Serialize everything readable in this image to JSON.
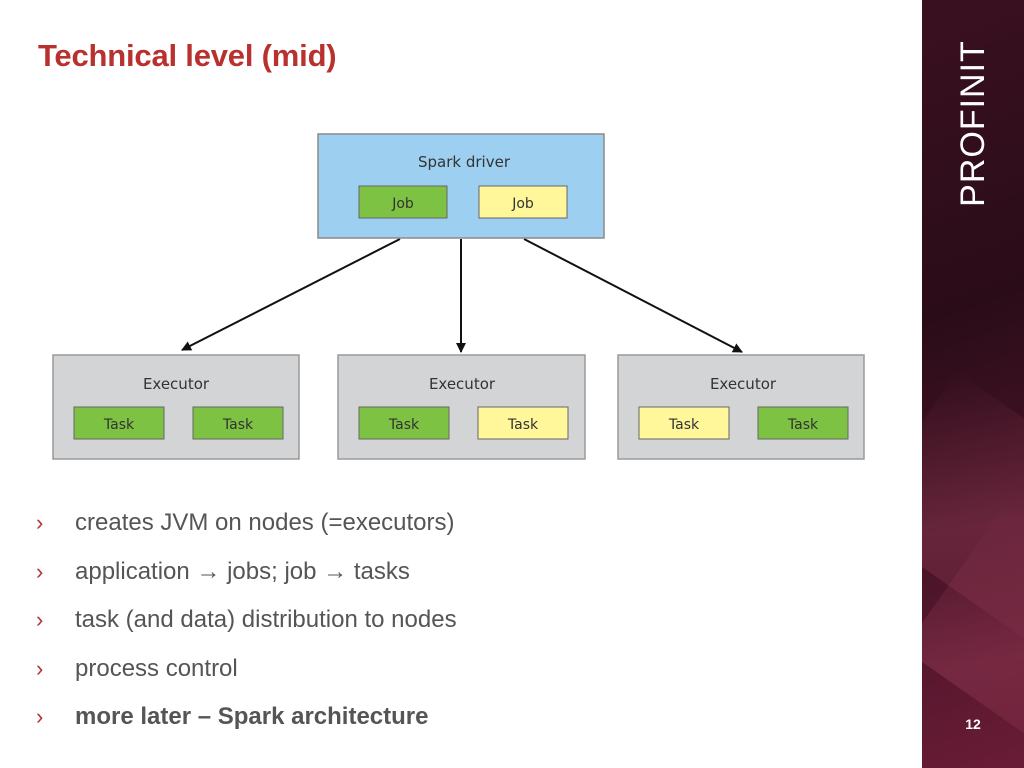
{
  "slide": {
    "title": "Technical level (mid)",
    "brand": "PROFINIT",
    "page_number": "12"
  },
  "diagram": {
    "driver": {
      "label": "Spark driver",
      "jobs": [
        {
          "label": "Job",
          "color": "#7dc242"
        },
        {
          "label": "Job",
          "color": "#fff799"
        }
      ]
    },
    "executors": [
      {
        "label": "Executor",
        "tasks": [
          {
            "label": "Task",
            "color": "#7dc242"
          },
          {
            "label": "Task",
            "color": "#7dc242"
          }
        ]
      },
      {
        "label": "Executor",
        "tasks": [
          {
            "label": "Task",
            "color": "#7dc242"
          },
          {
            "label": "Task",
            "color": "#fff799"
          }
        ]
      },
      {
        "label": "Executor",
        "tasks": [
          {
            "label": "Task",
            "color": "#fff799"
          },
          {
            "label": "Task",
            "color": "#7dc242"
          }
        ]
      }
    ]
  },
  "bullets": [
    {
      "text": "creates JVM on nodes (=executors)",
      "marker": "›"
    },
    {
      "text": "application → jobs; job → tasks",
      "marker": "›"
    },
    {
      "text": "task (and data) distribution to nodes",
      "marker": "›"
    },
    {
      "text": "process control",
      "marker": "›"
    },
    {
      "text": "more later – Spark architecture",
      "marker": "›"
    }
  ],
  "colors": {
    "title": "#b8312f",
    "driver_fill": "#9dcff0",
    "executor_fill": "#d3d4d6",
    "green_chip": "#7dc242",
    "yellow_chip": "#fff799",
    "sidebar": "#2a0c18"
  }
}
